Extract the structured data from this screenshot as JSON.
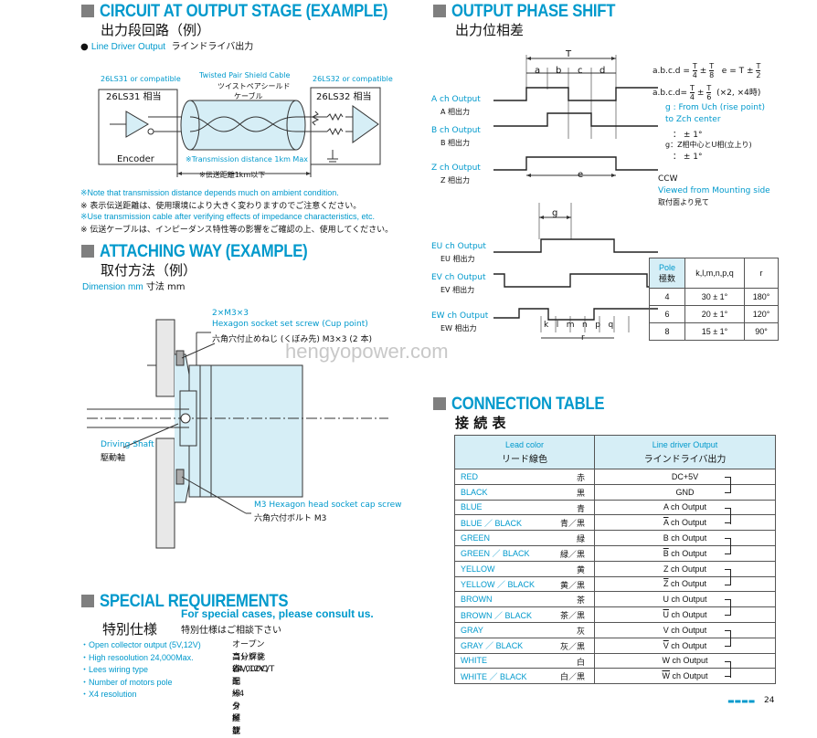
{
  "circuit": {
    "title": "CIRCUIT AT OUTPUT STAGE (EXAMPLE)",
    "title_jp": "出力段回路（例）",
    "line_driver_en": "Line Driver Output",
    "line_driver_jp": "ラインドライバ出力",
    "left_compat": "26LS31 or compatible",
    "left_chip": "26LS31 相当",
    "cable_en": "Twisted Pair Shield Cable",
    "cable_jp1": "ツイストペアシールド",
    "cable_jp2": "ケーブル",
    "right_compat": "26LS32 or compatible",
    "right_chip": "26LS32 相当",
    "encoder": "Encoder",
    "distance_en": "※Transmission distance 1km Max",
    "distance_jp": "※伝送距離1km以下",
    "notes": [
      "※Note that transmission distance depends much on ambient condition.",
      "※ 表示伝送距離は、使用環境により大きく変わりますのでご注意ください。",
      "※Use transmission cable after verifying effects of impedance characteristics, etc.",
      "※ 伝送ケーブルは、インピーダンス特性等の影響をご確認の上、使用してください。"
    ]
  },
  "attaching": {
    "title": "ATTACHING WAY (EXAMPLE)",
    "title_jp": "取付方法（例）",
    "dimension": "Dimension mm",
    "dimension_jp": "寸法 mm",
    "screw1_a": "2×M3×3",
    "screw1_b": "Hexagon socket set screw (Cup point)",
    "screw1_jp": "六角穴付止めねじ (くぼみ先) M3×3 (2 本)",
    "shaft_en": "Driving Shaft",
    "shaft_jp": "駆動軸",
    "screw2_en": "M3 Hexagon head socket cap screw",
    "screw2_jp": "六角穴付ボルト M3"
  },
  "special": {
    "title": "SPECIAL REQUIREMENTS",
    "title_jp": "特別仕様",
    "consult_en": "For special cases, please consult us.",
    "consult_jp": "特別仕様はご相談下さい",
    "items": [
      {
        "en": "・Open collector output (5V,12V)",
        "jp": "オープンコレクタ　(5V,12V)"
      },
      {
        "en": "・High resoolution 24,000Max.",
        "jp": "高分解能　24,000C/T 迄"
      },
      {
        "en": "・Lees wiring type",
        "jp": "省配線タイプ"
      },
      {
        "en": "・Number of motors pole",
        "jp": "モータ極数"
      },
      {
        "en": "・X4 resolution",
        "jp": "×4 分解能"
      }
    ]
  },
  "phase": {
    "title": "OUTPUT PHASE SHIFT",
    "title_jp": "出力位相差",
    "t_label": "T",
    "abcd_labels": [
      "a",
      "b",
      "c",
      "d"
    ],
    "e_label": "e",
    "g_label": "g",
    "r_label": "r",
    "kq_labels": [
      "k",
      "l",
      "m",
      "n",
      "p",
      "q"
    ],
    "formula1_left": "a.b.c.d =",
    "formula1_right": "e = T ±",
    "formula2_left": "a.b.c.d=",
    "formula2_right": "(×2, ×4時)",
    "g_en1": "g : From Uch (rise point)",
    "g_en2": "to Zch center",
    "g_en3": "： ± 1°",
    "g_jp1": "g：Z相中心とU相(立上り)",
    "g_jp2": "： ± 1°",
    "ccw": "CCW",
    "mount_en": "Viewed from Mounting side",
    "mount_jp": "取付面より見て",
    "channels": [
      {
        "en": "A ch Output",
        "jp": "A 相出力"
      },
      {
        "en": "B ch Output",
        "jp": "B 相出力"
      },
      {
        "en": "Z ch Output",
        "jp": "Z 相出力"
      },
      {
        "en": "EU ch Output",
        "jp": "EU 相出力"
      },
      {
        "en": "EV ch Output",
        "jp": "EV 相出力"
      },
      {
        "en": "EW ch Output",
        "jp": "EW 相出力"
      }
    ],
    "pole_table": {
      "head_pole": "Pole",
      "head_pole_jp": "極数",
      "head_k": "k,l,m,n,p,q",
      "head_r": "r",
      "rows": [
        {
          "pole": "4",
          "k": "30 ± 1°",
          "r": "180°"
        },
        {
          "pole": "6",
          "k": "20 ± 1°",
          "r": "120°"
        },
        {
          "pole": "8",
          "k": "15 ± 1°",
          "r": "90°"
        }
      ]
    }
  },
  "connection": {
    "title": "CONNECTION TABLE",
    "title_jp": "接 続 表",
    "head_lead_en": "Lead color",
    "head_lead_jp": "リード線色",
    "head_out_en": "Line driver Output",
    "head_out_jp": "ラインドライバ出力",
    "rows": [
      {
        "en": "RED",
        "jp": "赤",
        "out": "DC+5V"
      },
      {
        "en": "BLACK",
        "jp": "黒",
        "out": "GND"
      },
      {
        "en": "BLUE",
        "jp": "青",
        "out": "A ch Output"
      },
      {
        "en": "BLUE ／ BLACK",
        "jp": "青／黒",
        "out": "A ch Output"
      },
      {
        "en": "GREEN",
        "jp": "緑",
        "out": "B ch Output"
      },
      {
        "en": "GREEN ／ BLACK",
        "jp": "緑／黒",
        "out": "B ch Output"
      },
      {
        "en": "YELLOW",
        "jp": "黄",
        "out": "Z ch Output"
      },
      {
        "en": "YELLOW ／ BLACK",
        "jp": "黄／黒",
        "out": "Z ch Output"
      },
      {
        "en": "BROWN",
        "jp": "茶",
        "out": "U ch Output"
      },
      {
        "en": "BROWN ／ BLACK",
        "jp": "茶／黒",
        "out": "U ch Output"
      },
      {
        "en": "GRAY",
        "jp": "灰",
        "out": "V ch Output"
      },
      {
        "en": "GRAY ／ BLACK",
        "jp": "灰／黒",
        "out": "V ch Output"
      },
      {
        "en": "WHITE",
        "jp": "白",
        "out": "W ch Output"
      },
      {
        "en": "WHITE ／ BLACK",
        "jp": "白／黒",
        "out": "W ch Output"
      }
    ]
  },
  "watermark": "hengyopower.com",
  "page_number": "24",
  "colors": {
    "accent": "#0099cc",
    "fill": "#d6eef6",
    "square": "#7f7f7f"
  }
}
